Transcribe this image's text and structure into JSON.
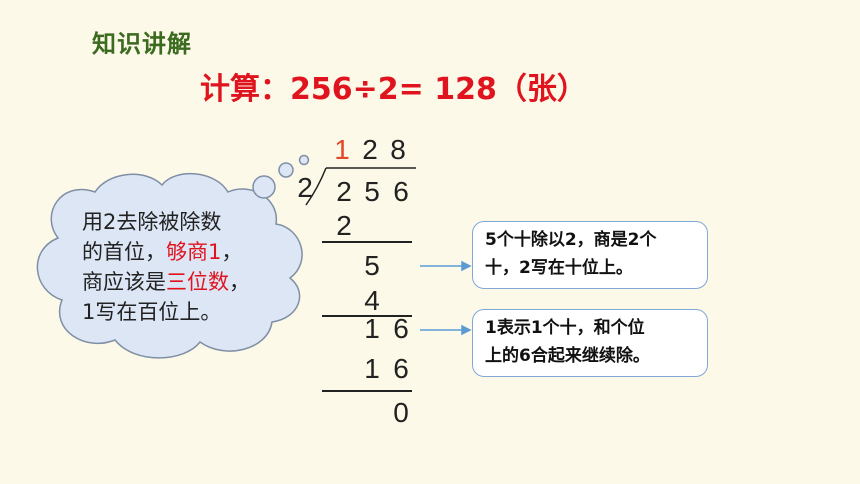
{
  "section_title": "知识讲解",
  "headline": "计算：256÷2= 128（张）",
  "division": {
    "quotient": [
      "1",
      "2",
      "8"
    ],
    "divisor": "2",
    "dividend": [
      "2",
      "5",
      "6"
    ],
    "step1_product": "2",
    "step1_remainder": "5",
    "step2_product": "4",
    "step2_remainder": [
      "1",
      "6"
    ],
    "step3_product": [
      "1",
      "6"
    ],
    "final_remainder": "0"
  },
  "bubble": {
    "line1": "用2去除被除数",
    "line2_a": "的首位，",
    "line2_b": "够商1",
    "line2_c": "，",
    "line3_a": "商应该是",
    "line3_b": "三位数",
    "line3_c": "，",
    "line4": "1写在百位上。"
  },
  "note1": {
    "line1": "5个十除以2，商是2个",
    "line2": "十，2写在十位上。"
  },
  "note2": {
    "line1": "1表示1个十，和个位",
    "line2": "上的6合起来继续除。"
  },
  "colors": {
    "title": "#3a6b1e",
    "headline": "#e0141e",
    "highlight_digit": "#e3472a",
    "arrow": "#5b9bd5",
    "bubble_fill": "#dde6f5",
    "bubble_stroke": "#7f8fa6"
  }
}
